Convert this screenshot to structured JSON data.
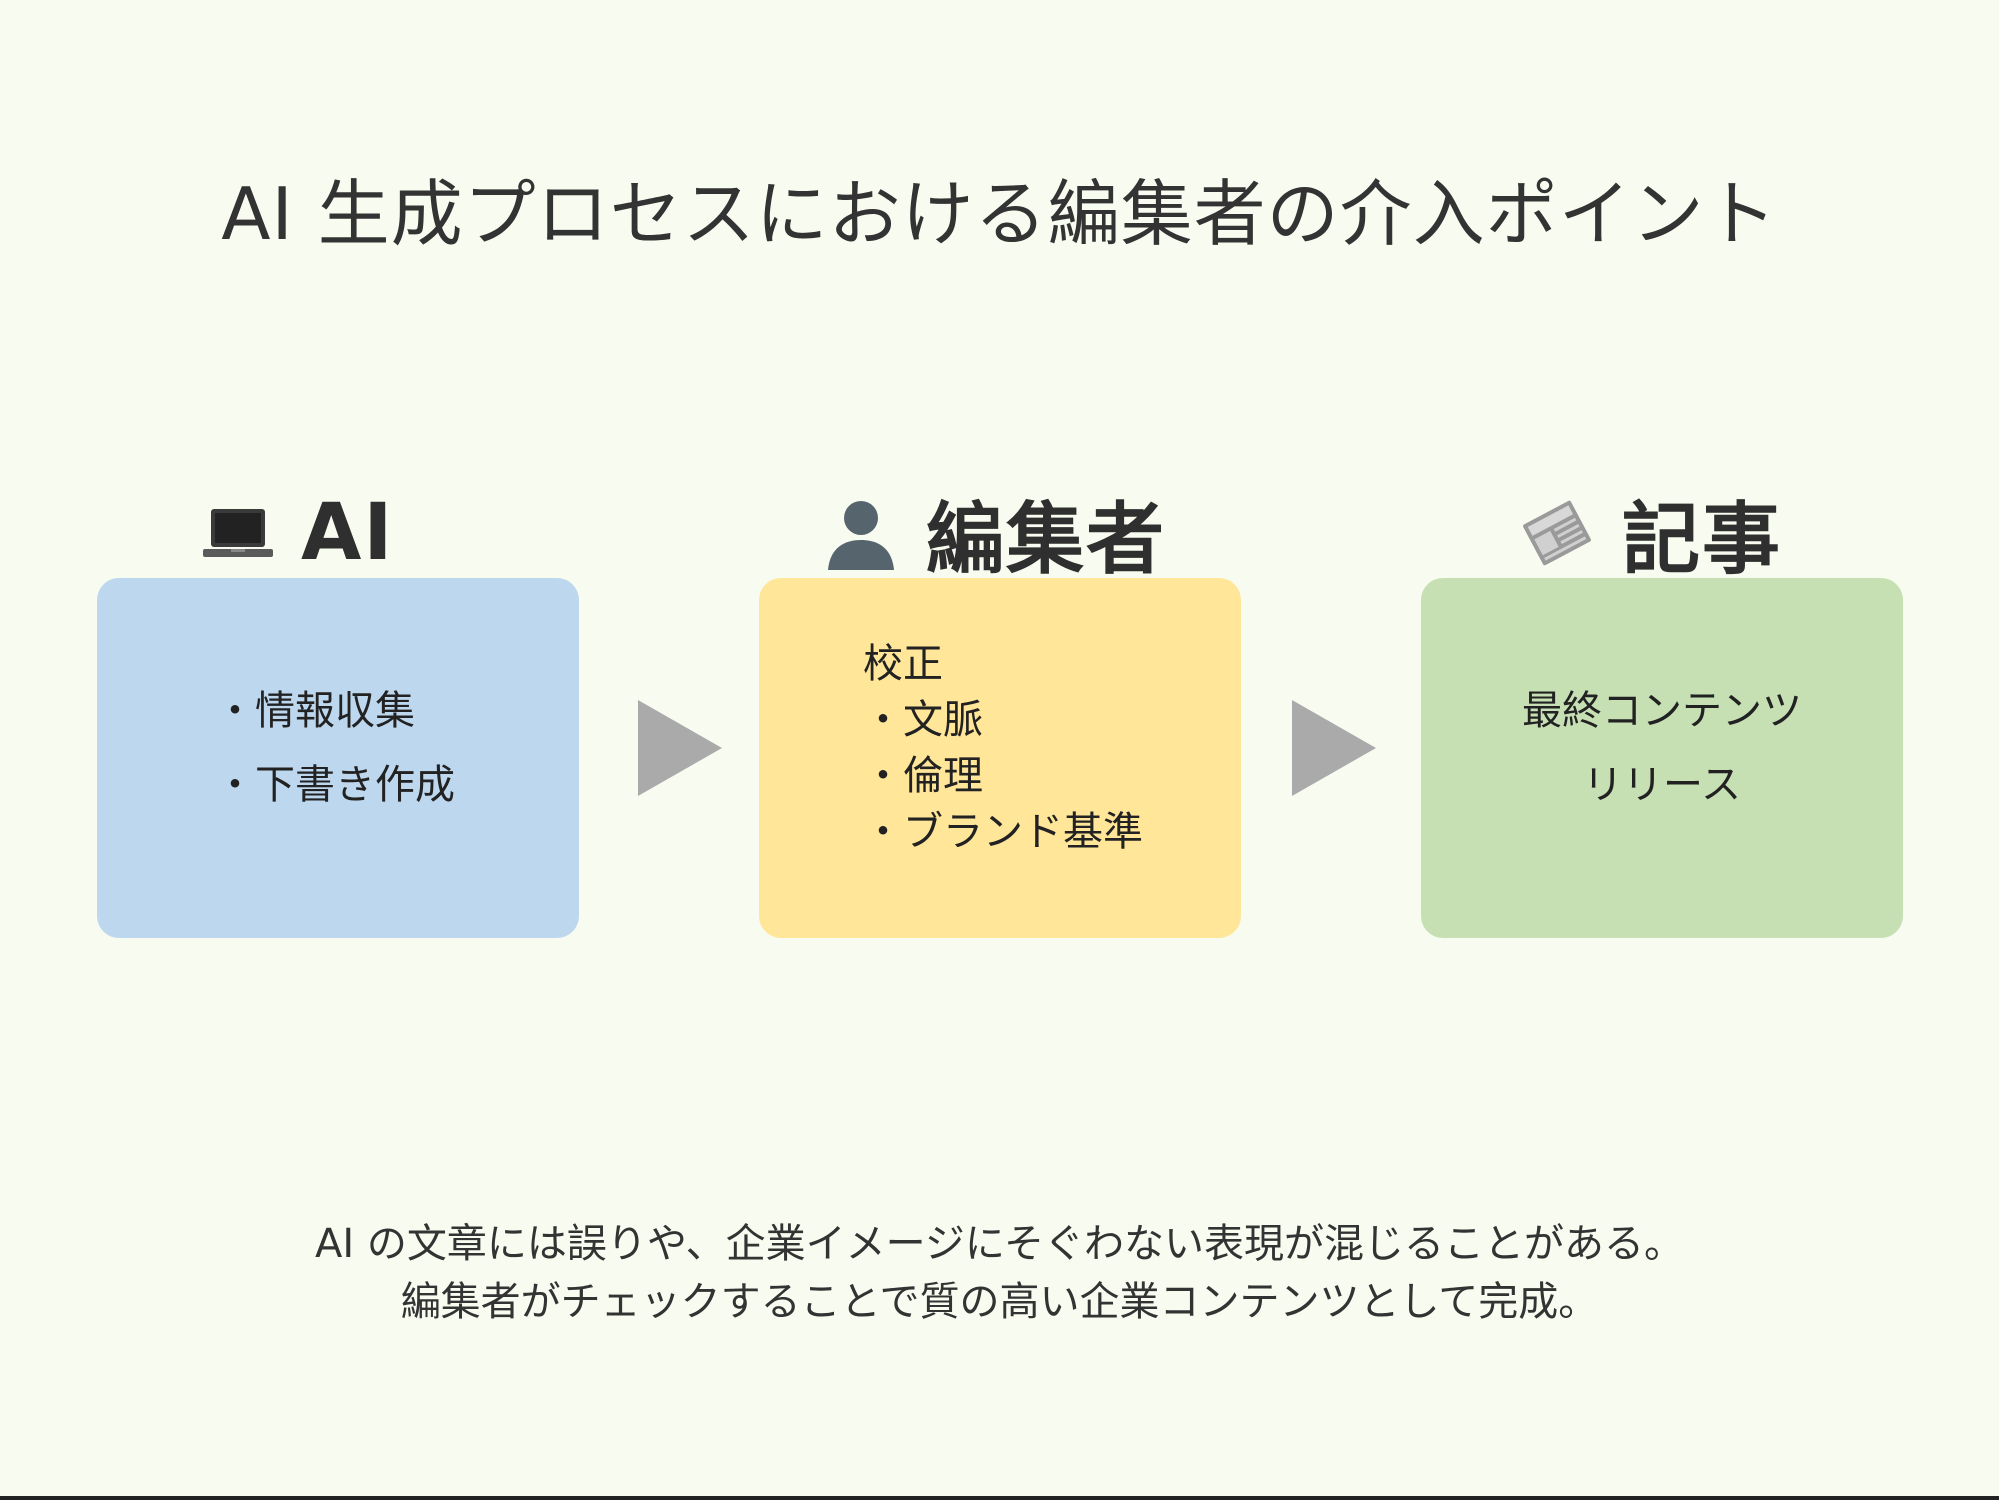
{
  "title": "AI 生成プロセスにおける編集者の介入ポイント",
  "stages": [
    {
      "heading": "AI",
      "icon": "laptop-icon",
      "color": "#bdd7ee",
      "lines": [
        "・情報収集",
        "・下書き作成"
      ]
    },
    {
      "heading": "編集者",
      "icon": "person-icon",
      "color": "#ffe699",
      "lines": [
        "校正",
        "・文脈",
        "・倫理",
        "・ブランド基準"
      ]
    },
    {
      "heading": "記事",
      "icon": "newspaper-icon",
      "color": "#c6e0b4",
      "lines": [
        "最終コンテンツ",
        "リリース"
      ]
    }
  ],
  "arrow_color": "#aaaaaa",
  "footer": {
    "line1": "AI の文章には誤りや、企業イメージにそぐわない表現が混じることがある。",
    "line2": "編集者がチェックすることで質の高い企業コンテンツとして完成。"
  }
}
